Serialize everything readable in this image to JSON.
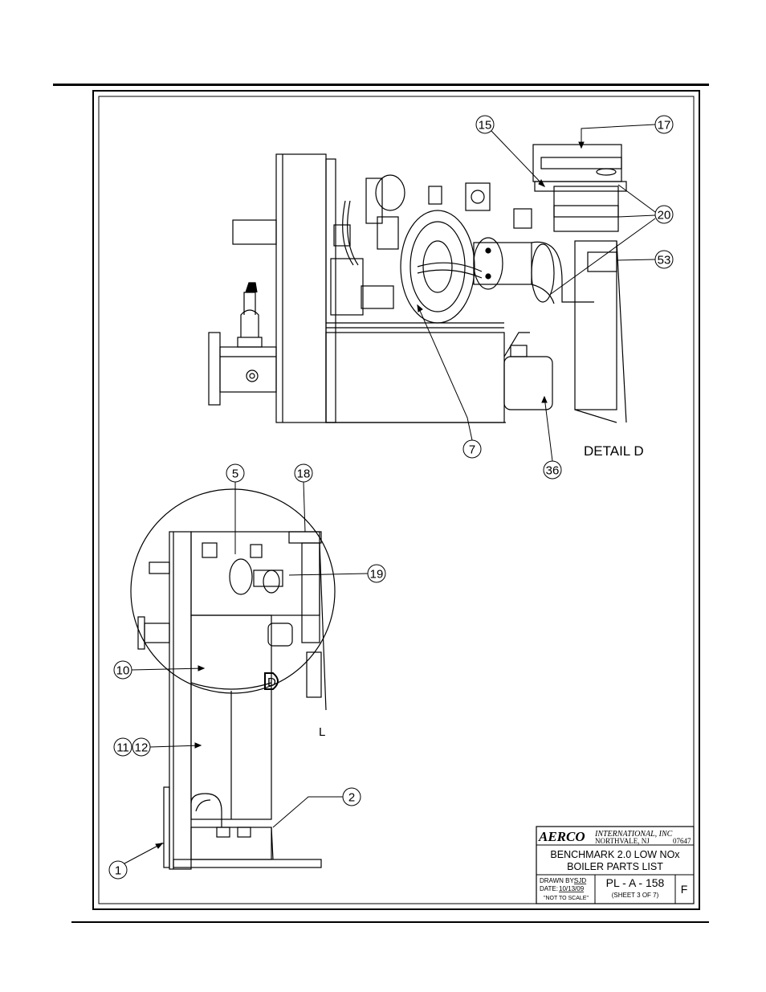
{
  "drawing": {
    "detail_label": "DETAIL D",
    "detail_marker": "D",
    "section_marker": "L",
    "callouts": {
      "c15": "15",
      "c17": "17",
      "c20": "20",
      "c53": "53",
      "c7": "7",
      "c36": "36",
      "c5": "5",
      "c18": "18",
      "c19": "19",
      "c10": "10",
      "c11": "11",
      "c12": "12",
      "c2": "2",
      "c1": "1"
    }
  },
  "title_block": {
    "company_logo": "AERCO",
    "company_rest": "INTERNATIONAL, INC",
    "address": "NORTHVALE, NJ",
    "zip": "07647",
    "title_line1": "BENCHMARK 2.0 LOW NOx",
    "title_line2": "BOILER PARTS LIST",
    "drawn_by_label": "DRAWN BY:",
    "drawn_by_value": "SJD",
    "date_label": "DATE:",
    "date_value": "10/13/09",
    "scale_note": "\"NOT TO SCALE\"",
    "drawing_number": "PL - A - 158",
    "sheet": "(SHEET 3 OF 7)",
    "revision": "F"
  }
}
